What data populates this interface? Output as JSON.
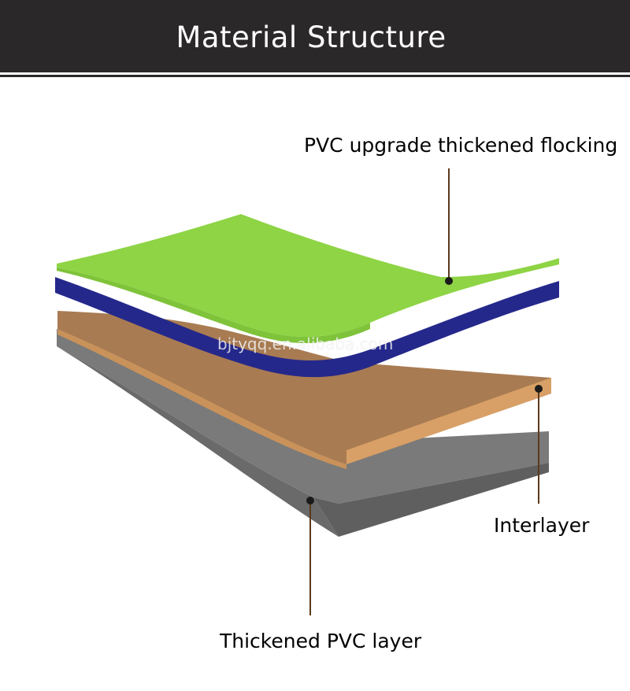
{
  "header": {
    "title": "Material Structure"
  },
  "layers": [
    {
      "label": "PVC upgrade thickened flocking",
      "color": "#8ed445"
    },
    {
      "label": "",
      "color": "#262a8e"
    },
    {
      "label": "Interlayer",
      "color": "#a87d53"
    },
    {
      "label": "Thickened PVC layer",
      "color": "#6e6e6e"
    }
  ],
  "watermark": "bjtyqq.en.alibaba.com",
  "colors": {
    "header_bg": "#2b2829",
    "leader_line": "#5a3a1e"
  }
}
